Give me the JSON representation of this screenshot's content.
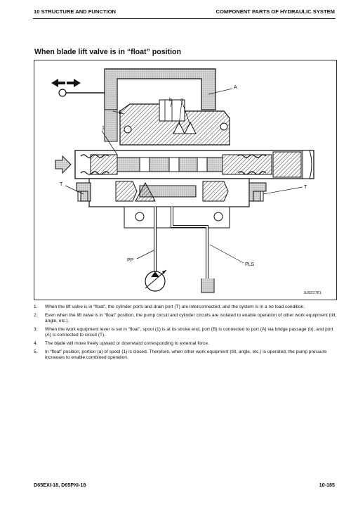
{
  "header": {
    "left": "10 STRUCTURE AND FUNCTION",
    "right": "COMPONENT PARTS OF HYDRAULIC SYSTEM"
  },
  "title": "When blade lift valve is in “float” position",
  "figure": {
    "code": "9JS01761",
    "labels": {
      "A": "A",
      "B": "B",
      "b": "b",
      "a": "a",
      "one": "1",
      "T_left": "T",
      "T_right": "T",
      "PP": "PP",
      "PLS": "PLS"
    }
  },
  "steps": [
    {
      "num": "1.",
      "text": "When the lift valve is in “float”, the cylinder ports and drain port (T) are interconnected, and the system is in a no load condition."
    },
    {
      "num": "2.",
      "text": "Even when the lift valve is in “float” position, the pump circuit and cylinder circuits are isolated to enable operation of other work equipment (tilt, angle, etc.)."
    },
    {
      "num": "3.",
      "text": "When the work equipment lever is set in “float”, spool (1) is at its stroke end, port (B) is connected to port (A) via bridge passage (b), and port (A) is connected to circuit (T)."
    },
    {
      "num": "4.",
      "text": "The blade will move freely upward or downward corresponding to external force."
    },
    {
      "num": "5.",
      "text": "In “float” position, portion (a) of spool (1) is closed. Therefore, when other work equipment (tilt, angle, etc.) is operated, the pump pressure increases to enable combined operation."
    }
  ],
  "footer": {
    "model": "D65EXI-18, D65PXI-18",
    "page": "10-185"
  }
}
